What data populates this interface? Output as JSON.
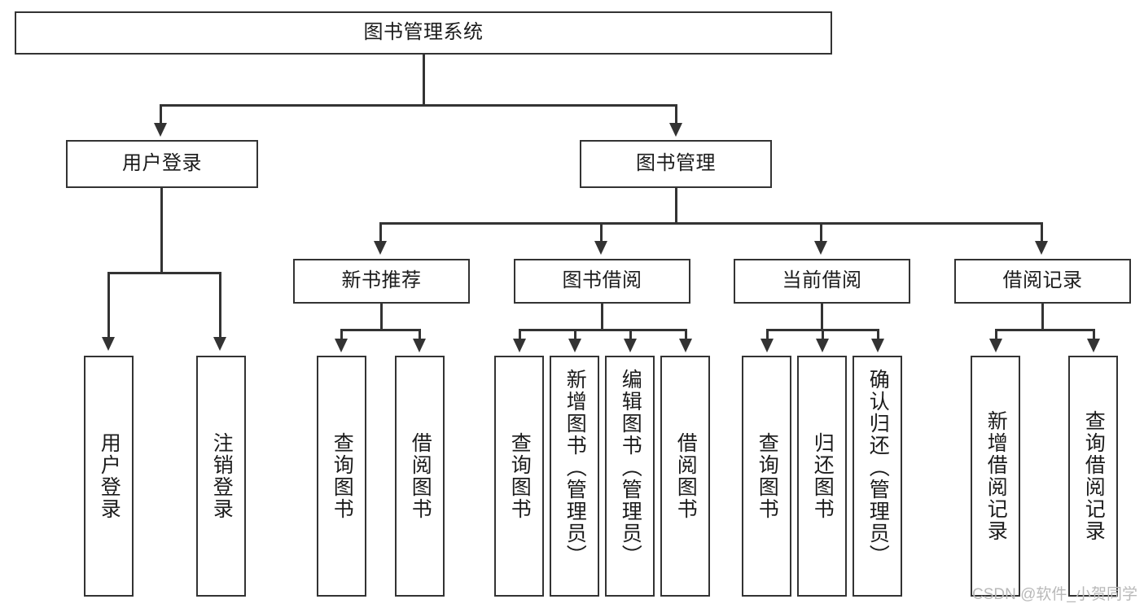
{
  "diagram": {
    "title": "图书管理系统",
    "type": "hierarchy-tree",
    "root": {
      "id": "root",
      "label": "图书管理系统"
    },
    "level2": [
      {
        "id": "user-login",
        "label": "用户登录"
      },
      {
        "id": "book-manage",
        "label": "图书管理"
      }
    ],
    "level3": [
      {
        "id": "new-book-rec",
        "label": "新书推荐"
      },
      {
        "id": "book-borrow",
        "label": "图书借阅"
      },
      {
        "id": "current-borrow",
        "label": "当前借阅"
      },
      {
        "id": "borrow-record",
        "label": "借阅记录"
      }
    ],
    "leaves": {
      "user_login": [
        {
          "id": "leaf-user-login",
          "label": "用户登录"
        },
        {
          "id": "leaf-logout",
          "label": "注销登录"
        }
      ],
      "new_book_rec": [
        {
          "id": "leaf-query-book-1",
          "label": "查询图书"
        },
        {
          "id": "leaf-borrow-book-1",
          "label": "借阅图书"
        }
      ],
      "book_borrow": [
        {
          "id": "leaf-query-book-2",
          "label": "查询图书"
        },
        {
          "id": "leaf-add-book",
          "label": "新增图书（管理员）"
        },
        {
          "id": "leaf-edit-book",
          "label": "编辑图书（管理员）"
        },
        {
          "id": "leaf-borrow-book-2",
          "label": "借阅图书"
        }
      ],
      "current_borrow": [
        {
          "id": "leaf-query-book-3",
          "label": "查询图书"
        },
        {
          "id": "leaf-return-book",
          "label": "归还图书"
        },
        {
          "id": "leaf-confirm-return",
          "label": "确认归还（管理员）"
        }
      ],
      "borrow_record": [
        {
          "id": "leaf-add-record",
          "label": "新增借阅记录"
        },
        {
          "id": "leaf-query-record",
          "label": "查询借阅记录"
        }
      ]
    }
  },
  "watermark": {
    "text": "CSDN @软件_小贺同学"
  },
  "colors": {
    "stroke": "#333333",
    "fill": "#ffffff",
    "text": "#1b1b1b",
    "watermark": "#b9b9b9"
  }
}
